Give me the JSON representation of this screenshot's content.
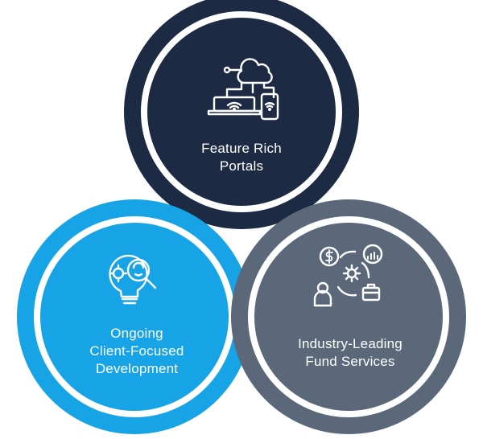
{
  "circles": [
    {
      "id": "feature-rich-portals",
      "lines": [
        "Feature Rich",
        "Portals"
      ],
      "color": "#1c2a43",
      "icon": "cloud-devices-icon"
    },
    {
      "id": "ongoing-development",
      "lines": [
        "Ongoing",
        "Client-Focused",
        "Development"
      ],
      "color": "#16a4e6",
      "icon": "lightbulb-gear-magnifier-icon"
    },
    {
      "id": "fund-services",
      "lines": [
        "Industry-Leading",
        "Fund Services"
      ],
      "color": "#5b6879",
      "icon": "finance-cycle-icon"
    }
  ],
  "colors": {
    "ring": "#ffffff",
    "icon_stroke": "#ffffff",
    "background": "#ffffff"
  }
}
